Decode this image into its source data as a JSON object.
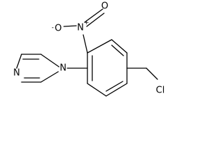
{
  "molecule": {
    "atoms": {
      "imidazole_n1": "N",
      "imidazole_n3": "N",
      "nitro_n": "N",
      "nitro_plus": "+",
      "nitro_o_left": "O",
      "nitro_o_left_minus": "-",
      "nitro_o_top": "O",
      "chlorine": "Cl"
    }
  },
  "colors": {
    "bond": "#000000",
    "background": "#ffffff"
  }
}
